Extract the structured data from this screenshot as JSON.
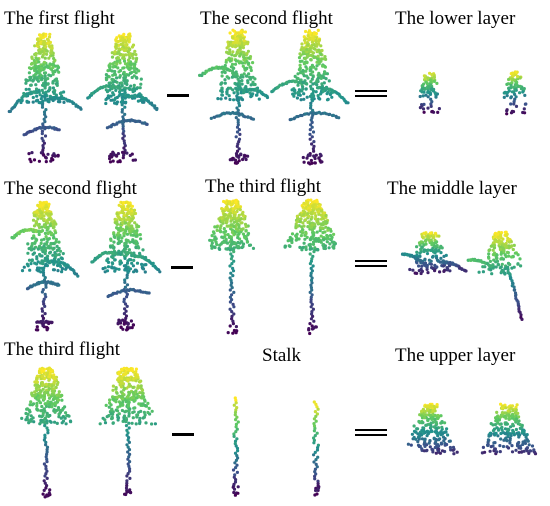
{
  "rows": [
    {
      "minuend": "The first flight",
      "subtrahend": "The second flight",
      "result": "The lower layer"
    },
    {
      "minuend": "The second flight",
      "subtrahend": "The third flight",
      "result": "The middle layer"
    },
    {
      "minuend": "The third flight",
      "subtrahend": "Stalk",
      "result": "The upper layer"
    }
  ],
  "palette": [
    "#440154",
    "#3b528b",
    "#21918c",
    "#5ec962",
    "#fde725"
  ]
}
